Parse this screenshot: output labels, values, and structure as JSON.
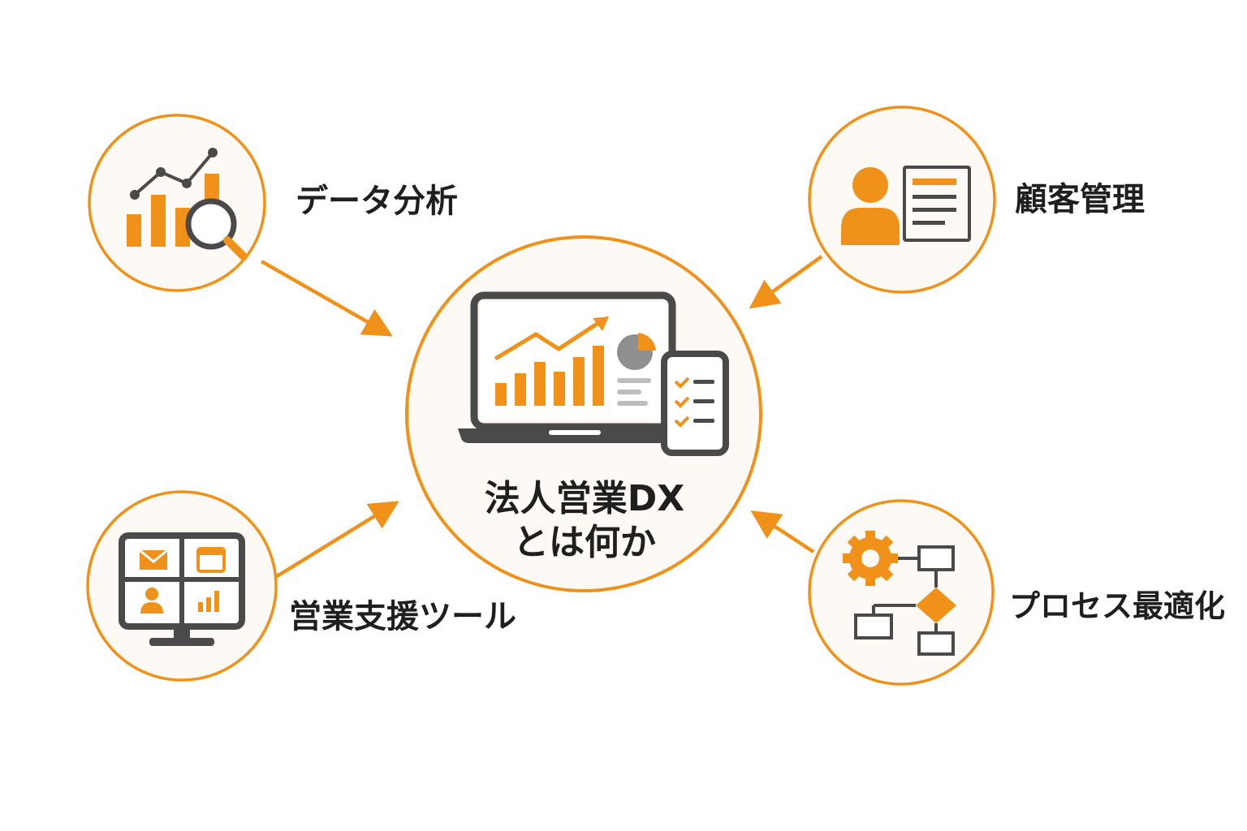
{
  "center": {
    "title_line1": "法人営業DX",
    "title_line2": "とは何か"
  },
  "nodes": {
    "data_analysis": {
      "label": "データ分析",
      "icon": "chart-magnifier-icon"
    },
    "customer_management": {
      "label": "顧客管理",
      "icon": "person-profile-icon"
    },
    "sales_tools": {
      "label": "営業支援ツール",
      "icon": "monitor-apps-icon"
    },
    "process_optimization": {
      "label": "プロセス最適化",
      "icon": "gear-flowchart-icon"
    }
  },
  "colors": {
    "accent": "#F0921A",
    "dark": "#4a4a4a",
    "circle_fill": "#FDF9F4",
    "text": "#1f1f1f"
  }
}
